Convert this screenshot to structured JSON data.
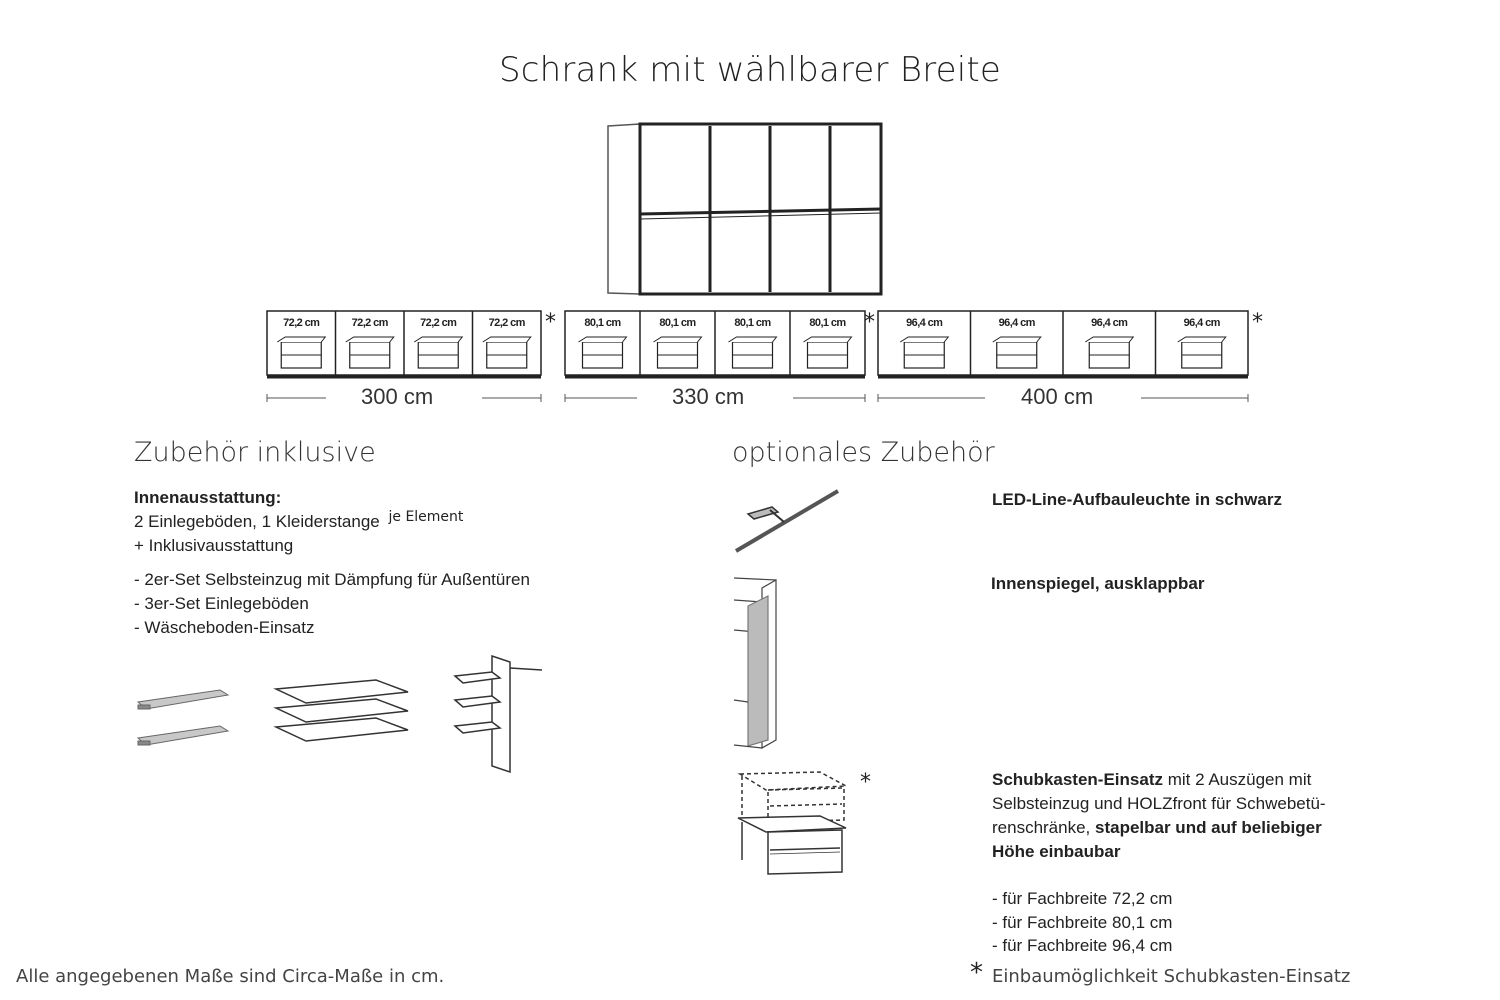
{
  "title": "Schrank mit wählbarer Breite",
  "widths": [
    {
      "total": "300 cm",
      "cell_label": "72,2 cm",
      "star": "*"
    },
    {
      "total": "330 cm",
      "cell_label": "80,1 cm",
      "star": "*"
    },
    {
      "total": "400 cm",
      "cell_label": "96,4 cm",
      "star": "*"
    }
  ],
  "included": {
    "heading": "Zubehör inklusive",
    "label": "Innenausstattung:",
    "line1": "2 Einlegeböden, 1 Kleiderstange",
    "line1_note": "je Element",
    "line2": "+ Inklusivausstattung",
    "items": [
      "- 2er-Set Selbsteinzug mit Dämpfung für Außentüren",
      "- 3er-Set Einlegeböden",
      "- Wäscheboden-Einsatz"
    ]
  },
  "optional": {
    "heading": "optionales Zubehör",
    "led": "LED-Line-Aufbauleuchte in schwarz",
    "mirror": "Innenspiegel, ausklappbar",
    "drawer_star": "*",
    "drawer_bold": "Schubkasten-Einsatz",
    "drawer_text1": " mit 2 Auszügen mit",
    "drawer_text2": "Selbsteinzug und HOLZfront für Schwebetü-",
    "drawer_text3": "renschränke, ",
    "drawer_bold2": "stapelbar und auf beliebiger",
    "drawer_bold3": "Höhe einbaubar",
    "sizes": [
      "- für Fachbreite 72,2 cm",
      "- für Fachbreite 80,1 cm",
      "- für Fachbreite 96,4 cm"
    ]
  },
  "footer": {
    "left": "Alle angegebenen Maße sind Circa-Maße in cm.",
    "star": "*",
    "right": "Einbaumöglichkeit Schubkasten-Einsatz"
  }
}
